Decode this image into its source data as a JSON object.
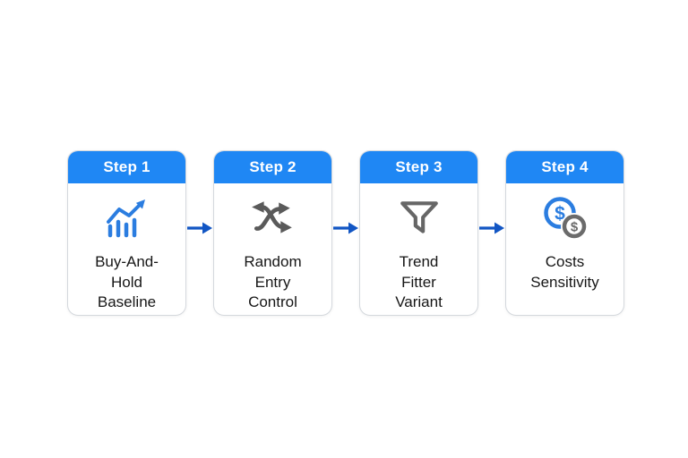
{
  "diagram": {
    "currency_symbol": "$",
    "steps": [
      {
        "header": "Step 1",
        "icon": "chart-uptrend-icon",
        "lines": [
          "Buy-And-",
          "Hold",
          "Baseline"
        ]
      },
      {
        "header": "Step 2",
        "icon": "shuffle-icon",
        "lines": [
          "Random",
          "Entry",
          "Control"
        ]
      },
      {
        "header": "Step 3",
        "icon": "funnel-icon",
        "lines": [
          "Trend",
          "Fitter",
          "Variant"
        ]
      },
      {
        "header": "Step 4",
        "icon": "dollar-coins-icon",
        "lines": [
          "Costs",
          "Sensitivity"
        ]
      }
    ],
    "colors": {
      "background": "#ffffff",
      "card_bg": "#ffffff",
      "card_border": "#d4d8dd",
      "header_bg": "#1f87f4",
      "header_text": "#ffffff",
      "label_text": "#161616",
      "arrow": "#1256c4",
      "icon_blue": "#2b7de0",
      "icon_gray": "#5a5a5a",
      "funnel_gray": "#666666",
      "coin_gray": "#6b6b6b"
    }
  }
}
